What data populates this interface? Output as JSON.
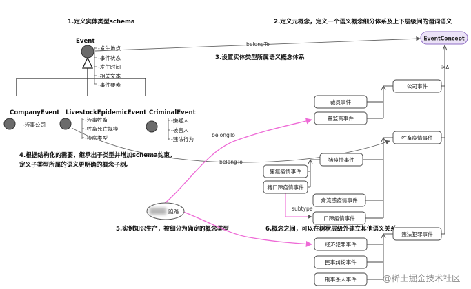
{
  "headings": {
    "h1": "1.定义实体类型schema",
    "h2": "2.定义元概念，定义一个语义概念细分体系及上下层级间的谓词语义",
    "h3": "3.设置实体类型所属语义概念体系",
    "h4_line1": "4.根据结构化的需要，继承出子类型并增加schema约束，",
    "h4_line2": "定义子类型所属的语义更明确的概念子树。",
    "h5": "5.实例知识生产，被细分为确定的概念类型",
    "h6": "6.概念之间，可以在树状层级外建立其他语义关系"
  },
  "event": {
    "name": "Event",
    "attrs": [
      "-发生地点",
      "-事件状态",
      "-发生时间",
      "-相关文本",
      "-事件要素"
    ]
  },
  "subtypes": {
    "company": {
      "name": "CompanyEvent",
      "attrs": [
        "-涉事公司"
      ]
    },
    "livestock": {
      "name": "LivestockEpidemicEvent",
      "attrs": [
        "-涉事牲畜",
        "-牲畜死亡规模",
        "-疾病类型"
      ]
    },
    "criminal": {
      "name": "CriminalEvent",
      "attrs": [
        "-嫌疑人",
        "-被害人",
        "-违法行为"
      ]
    }
  },
  "concept_root": "EventConcept",
  "edges": {
    "belongTo_top": "belongTo",
    "belongTo_mid": "belongTo",
    "belongTo_pink": "belongTo",
    "isA": "isA",
    "subtype": "subtype"
  },
  "concepts": {
    "company": "公司事件",
    "layoff": "裁员事件",
    "exec_high": "董监高事件",
    "livestock": "牲畜疫情事件",
    "pig": "猪疫情事件",
    "pig_fever": "猪瘟疫情事件",
    "pig_fmd": "猪口蹄疫情事件",
    "bird_flu": "禽流感疫情事件",
    "fmd": "口蹄疫情事件",
    "criminal": "违法犯罪事件",
    "economic": "经济犯罪事件",
    "civil": "民事纠纷事件",
    "murder": "刑事杀人事件"
  },
  "instance": {
    "label": "跑路"
  },
  "watermark": "@稀土掘金技术社区",
  "colors": {
    "root_fill": "#ebe2f7",
    "root_stroke": "#8f6fc4",
    "pink": "#ee6ad6",
    "circle_fill": "#6b6b6b"
  }
}
